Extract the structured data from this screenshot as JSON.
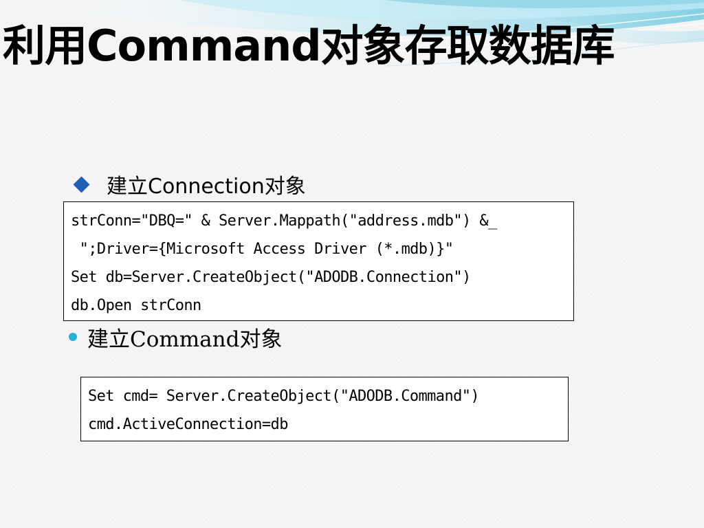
{
  "slide": {
    "title": "利用Command对象存取数据库",
    "sections": [
      {
        "bullet_icon": "diamond-bullet-icon",
        "heading": "建立Connection对象",
        "code_lines": [
          "strConn=\"DBQ=\" & Server.Mappath(\"address.mdb\") &_",
          " \";Driver={Microsoft Access Driver (*.mdb)}\"",
          "Set db=Server.CreateObject(\"ADODB.Connection\")",
          "db.Open strConn"
        ]
      },
      {
        "bullet_icon": "circle-bullet-icon",
        "heading": "建立Command对象",
        "code_lines": [
          "Set cmd= Server.CreateObject(\"ADODB.Command\")",
          "cmd.ActiveConnection=db"
        ]
      }
    ]
  },
  "colors": {
    "diamond_bullet": "#1f5fb8",
    "circle_bullet": "#25b2d6",
    "wave_accent": "#9fdcec"
  }
}
